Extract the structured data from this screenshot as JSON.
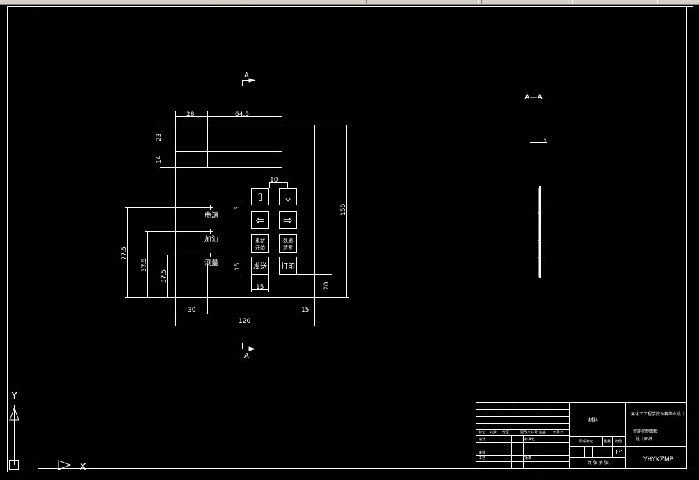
{
  "section_marks": {
    "top": "A",
    "bottom": "A",
    "view_title": "A—A"
  },
  "dimensions": {
    "d28": "28",
    "d64_5": "64.5",
    "d23": "23",
    "d14": "14",
    "d10": "10",
    "d5": "5",
    "d150": "150",
    "d77_5": "77.5",
    "d57_5": "57.5",
    "d37_5": "37.5",
    "d15a": "15",
    "d15b": "15",
    "d15c": "15",
    "d20": "20",
    "d30": "30",
    "d120": "120",
    "d1": "1"
  },
  "indicators": {
    "power": "电源",
    "fuel": "加油",
    "measure": "测量"
  },
  "keys": {
    "up": "⇧",
    "down": "⇩",
    "left": "⇦",
    "right": "⇨",
    "start_1": "重新",
    "start_2": "开始",
    "reset_1": "数据",
    "reset_2": "清零",
    "send": "发送",
    "print": "打印"
  },
  "ucs": {
    "y": "Y",
    "x": "X"
  },
  "title_block": {
    "school": "某化工工程学院本科毕业设计",
    "material": "材料",
    "drawing_title_1": "智能控制面板",
    "drawing_title_2": "设计图纸",
    "code": "YHYKZMB",
    "scale": "1:1",
    "sheet": "共 张 第 张",
    "h_mark": "标记",
    "h_count": "处数",
    "h_zone": "分区",
    "h_file": "更改文件号",
    "h_sign": "签名",
    "h_date": "年月日",
    "r_design": "设计",
    "r_std": "标准化",
    "r_check": "审核",
    "r_process": "工艺",
    "r_approve": "批准",
    "s_stage": "阶段标记",
    "s_weight": "重量",
    "s_ratio": "比例"
  }
}
